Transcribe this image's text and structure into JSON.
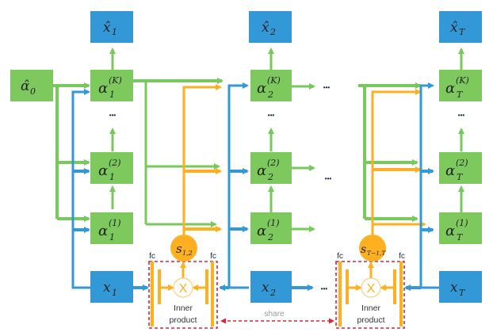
{
  "colors": {
    "green": "#76c95a",
    "green_box": "#7dc95e",
    "blue": "#3399d6",
    "blue_box": "#3399d6",
    "orange": "#ffb020",
    "red_dash": "#d8253a",
    "dots": "#1e2a45",
    "share_text": "#9a9a9a"
  },
  "nodes": {
    "alpha0": {
      "base": "α̂",
      "sub": "0"
    },
    "col1": {
      "out": {
        "base": "x̂",
        "sub": "1"
      },
      "aK": {
        "base": "α",
        "sub": "1",
        "sup": "(K)"
      },
      "a2": {
        "base": "α",
        "sub": "1",
        "sup": "(2)"
      },
      "a1": {
        "base": "α",
        "sub": "1",
        "sup": "(1)"
      },
      "x": {
        "base": "x",
        "sub": "1"
      }
    },
    "col2": {
      "out": {
        "base": "x̂",
        "sub": "2"
      },
      "aK": {
        "base": "α",
        "sub": "2",
        "sup": "(K)"
      },
      "a2": {
        "base": "α",
        "sub": "2",
        "sup": "(2)"
      },
      "a1": {
        "base": "α",
        "sub": "2",
        "sup": "(1)"
      },
      "x": {
        "base": "x",
        "sub": "2"
      }
    },
    "colT": {
      "out": {
        "base": "x̂",
        "sub": "T"
      },
      "aK": {
        "base": "α",
        "sub": "T",
        "sup": "(K)"
      },
      "a2": {
        "base": "α",
        "sub": "T",
        "sup": "(2)"
      },
      "a1": {
        "base": "α",
        "sub": "T",
        "sup": "(1)"
      },
      "x": {
        "base": "x",
        "sub": "T"
      }
    },
    "s12": {
      "base": "s",
      "sub": "1,2"
    },
    "sT": {
      "base": "s",
      "sub": "T−1,T"
    }
  },
  "labels": {
    "fc": "fc",
    "inner": "Inner",
    "product": "product",
    "share": "share",
    "times": "X",
    "ellipsis": "•••"
  }
}
